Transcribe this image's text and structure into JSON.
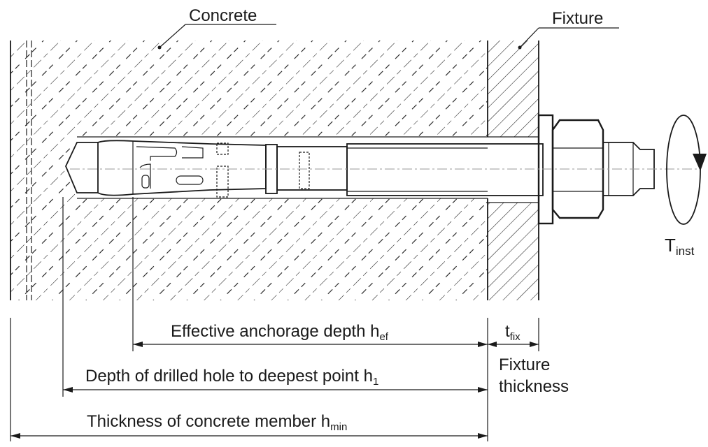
{
  "labels": {
    "concrete": "Concrete",
    "fixture": "Fixture",
    "torque_main": "T",
    "torque_sub": "inst"
  },
  "dimensions": {
    "hef": {
      "text": "Effective anchorage depth  h",
      "sub": "ef"
    },
    "h1": {
      "text": "Depth of drilled hole to deepest point  h",
      "sub": "1"
    },
    "hmin": {
      "text": "Thickness of concrete member  h",
      "sub": "min"
    },
    "tfix": {
      "text": "t",
      "sub": "fix"
    },
    "fixture_thickness": [
      "Fixture",
      "thickness"
    ]
  }
}
